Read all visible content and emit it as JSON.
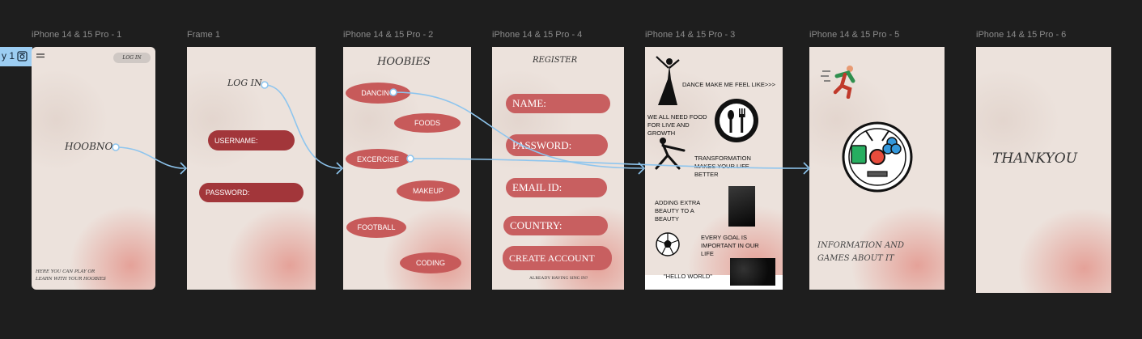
{
  "frames": {
    "f1": {
      "label": "iPhone 14 & 15 Pro - 1",
      "login": "LOG IN",
      "title": "HOOBNO",
      "footer": "HERE YOU CAN PLAY OR LEARN WITH YOUR HOOBIES"
    },
    "f2": {
      "label": "Frame 1",
      "heading": "LOG IN",
      "username": "USERNAME:",
      "password": "PASSWORD:"
    },
    "f3": {
      "label": "iPhone 14 & 15 Pro - 2",
      "heading": "HOOBIES",
      "dancing": "DANCING",
      "foods": "FOODS",
      "excercise": "EXCERCISE",
      "makeup": "MAKEUP",
      "football": "FOOTBALL",
      "coding": "CODING"
    },
    "f4": {
      "label": "iPhone 14 & 15 Pro - 4",
      "heading": "REGISTER",
      "name": "NAME:",
      "password": "PASSWORD:",
      "email": "EMAIL ID:",
      "country": "COUNTRY:",
      "create": "CREATE ACCOUNT",
      "already": "ALREADY HAVING SING IN?"
    },
    "f5": {
      "label": "iPhone 14 & 15 Pro - 3",
      "dance": "DANCE MAKE ME FEEL LIKE>>>",
      "food": "WE ALL NEED FOOD FOR LIVE AND GROWTH",
      "transform": "TRANSFORMATION MAKES YOUR LIFE BETTER",
      "beauty": "ADDING EXTRA BEAUTY TO A BEAUTY",
      "goal": "EVERY GOAL IS IMPORTANT IN OUR LIFE",
      "hello": "\"HELLO WORLD\""
    },
    "f6": {
      "label": "iPhone 14 & 15 Pro - 5",
      "info": "INFORMATION AND GAMES ABOUT IT"
    },
    "f7": {
      "label": "iPhone 14 & 15 Pro - 6",
      "thanks": "THANKYOU"
    }
  },
  "flow_badge": "y 1",
  "icons": [
    "menu-icon",
    "dancer-icon",
    "fork-spoon-icon",
    "stretch-icon",
    "soccer-ball-icon",
    "runner-icon",
    "hobbies-clock-icon"
  ]
}
